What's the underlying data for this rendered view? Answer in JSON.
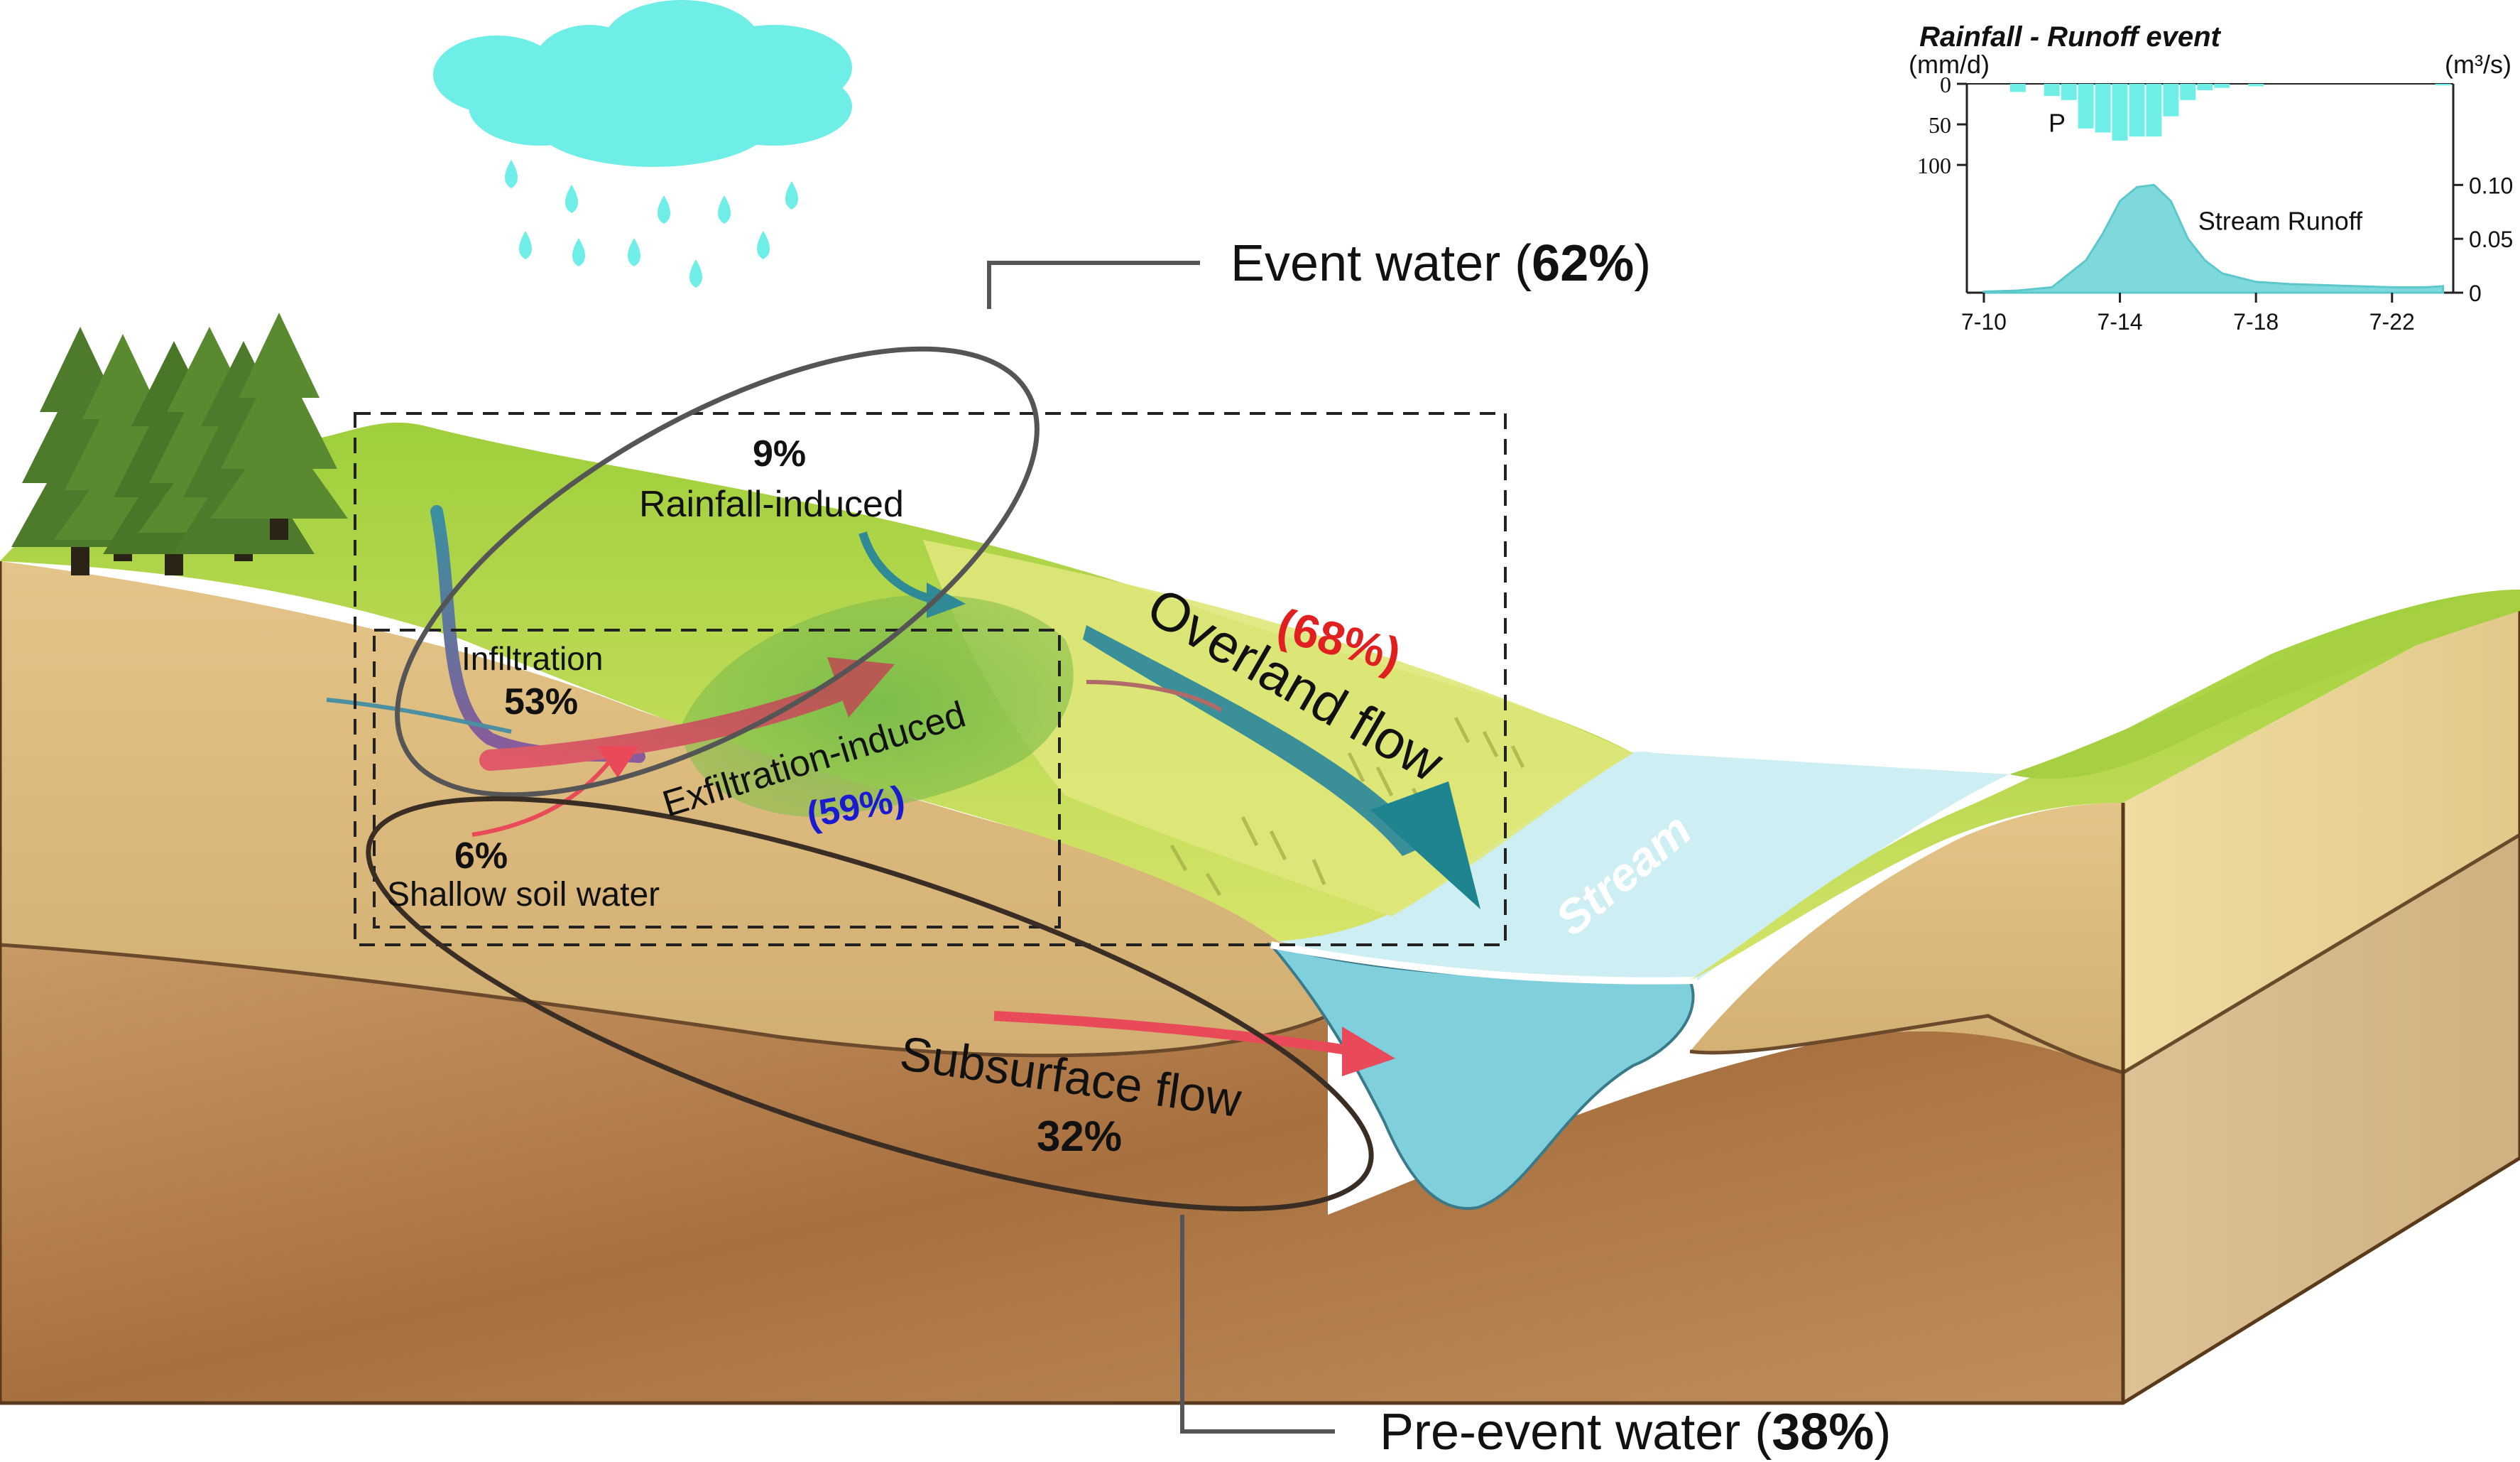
{
  "labels": {
    "event_water_text": "Event water (",
    "event_water_pct": "62%",
    "event_water_close": ")",
    "pre_event_text": "Pre-event water (",
    "pre_event_pct": "38%",
    "pre_event_close": ")",
    "rainfall_pct": "9%",
    "rainfall_induced": "Rainfall-induced",
    "infiltration": "Infiltration",
    "infiltration_pct": "53%",
    "exfiltration_induced": "Exfiltration-induced",
    "exfiltration_pct": "(59%)",
    "overland_pct": "(68%)",
    "overland_flow": "Overland flow",
    "shallow_pct": "6%",
    "shallow_soil_water": "Shallow soil water",
    "subsurface_flow": "Subsurface flow",
    "subsurface_pct": "32%",
    "stream": "Stream"
  },
  "colors": {
    "rain": "#6eeee6",
    "grass": "#b8d94a",
    "soil_top": "#d8b878",
    "soil_deep": "#b07a4a",
    "water": "#8ad8e4",
    "overland_arrow": "#2f8f94",
    "red_arrow": "#e84a5a",
    "exfiltration_blue": "#1a1ad0",
    "overland_red": "#e02020"
  },
  "chart_data": {
    "type": "bar+area",
    "title": "Rainfall - Runoff event",
    "left_axis_unit": "(mm/d)",
    "right_axis_unit": "(m³/s)",
    "left_ticks": [
      "0",
      "50",
      "100"
    ],
    "right_ticks": [
      "0.10",
      "0.05",
      "0"
    ],
    "x_ticks": [
      "7-10",
      "7-14",
      "7-18",
      "7-22"
    ],
    "precip_label": "P",
    "runoff_label": "Stream Runoff",
    "precip": {
      "x": [
        11,
        12,
        12.5,
        13,
        13.5,
        14,
        14.5,
        15,
        15.5,
        16,
        16.5,
        17,
        18,
        23.5
      ],
      "values": [
        10,
        15,
        20,
        55,
        60,
        70,
        65,
        65,
        40,
        20,
        8,
        5,
        3,
        2
      ]
    },
    "runoff": {
      "x": [
        10,
        11,
        12,
        13,
        13.5,
        14,
        14.5,
        15,
        15.5,
        16,
        16.5,
        17,
        18,
        19,
        20,
        21,
        22,
        23,
        23.5
      ],
      "values": [
        0.001,
        0.002,
        0.005,
        0.03,
        0.055,
        0.085,
        0.098,
        0.1,
        0.085,
        0.05,
        0.03,
        0.018,
        0.01,
        0.008,
        0.007,
        0.006,
        0.005,
        0.005,
        0.006
      ]
    },
    "x_range": [
      9.5,
      23.8
    ],
    "precip_ylim": [
      0,
      120
    ],
    "runoff_ylim": [
      0,
      0.12
    ]
  }
}
